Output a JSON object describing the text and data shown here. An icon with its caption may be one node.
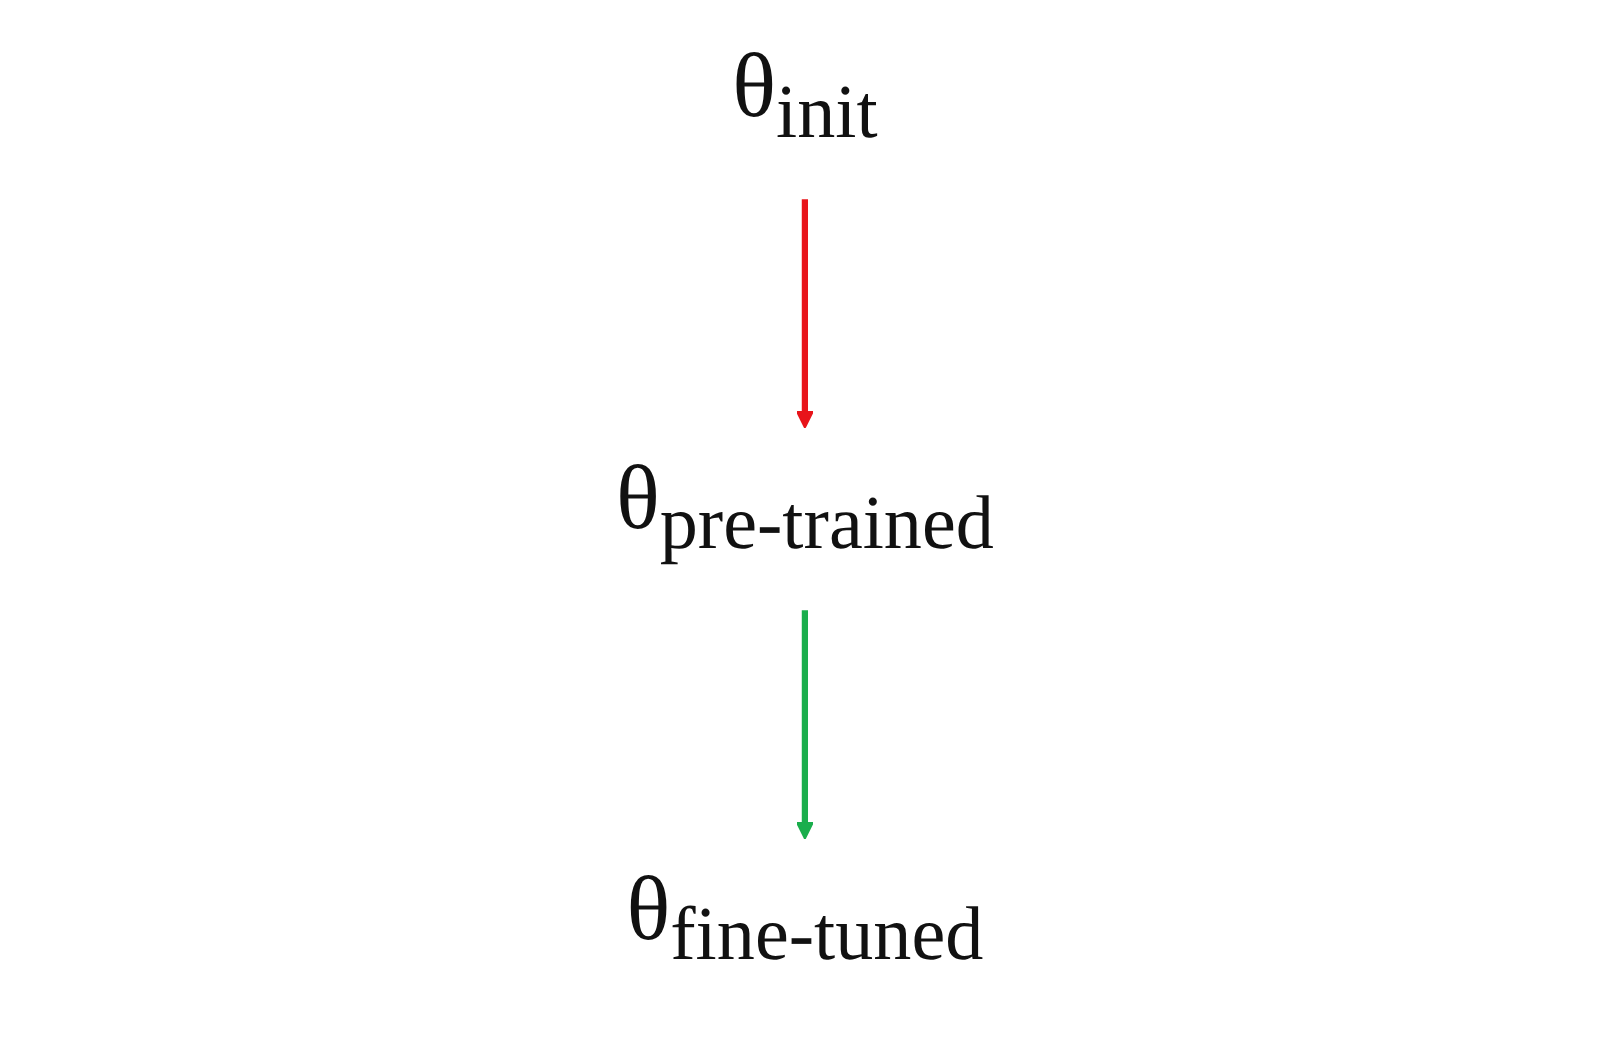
{
  "diagram": {
    "nodes": [
      {
        "text": [
          "θ$_{init}$"
        ]
      },
      {
        "text": [
          "θ$_{pre-trained}$"
        ]
      },
      {
        "text": [
          "θ$_{fine-tuned}$"
        ]
      }
    ],
    "edges": [
      {
        "from": 0,
        "to": 1,
        "arrow": "to",
        "color": "#e8141a"
      },
      {
        "from": 1,
        "to": 2,
        "arrow": "to",
        "color": "#1aae4c"
      }
    ]
  }
}
